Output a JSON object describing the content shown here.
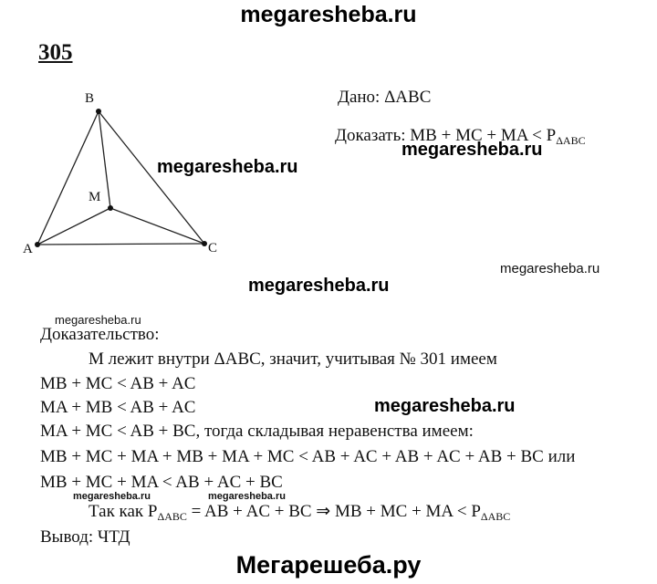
{
  "watermarks": {
    "top": "megaresheba.ru",
    "w1": "megaresheba.ru",
    "w2": "megaresheba.ru",
    "w3": "megaresheba.ru",
    "w4": "megaresheba.ru",
    "w5": "megaresheba.ru",
    "w6": "megaresheba.ru",
    "w7": "megaresheba.ru",
    "w8": "megaresheba.ru",
    "bottom": "Мегарешеба.ру"
  },
  "problem_number": "305",
  "figure": {
    "labels": {
      "A": "A",
      "B": "B",
      "C": "C",
      "M": "M"
    }
  },
  "given": "Дано: ΔABC",
  "prove": {
    "text": "Доказать: MB + MC + MA < P",
    "sub": "ΔABC"
  },
  "proof": {
    "heading": "Доказательство:",
    "lines": [
      "M лежит внутри ΔABC, значит, учитывая № 301 имеем",
      "MB + MC < AB + AC",
      "MA + MB < AB + AC",
      "MA + MC < AB + BC, тогда складывая неравенства имеем:",
      "MB + MC + MA + MB + MA + MC < AB + AC + AB + AC + AB + BC или",
      "MB + MC + MA < AB + AC + BC"
    ],
    "since": {
      "a": "Так как P",
      "sub1": "ΔABC",
      "b": " = AB + AC + BC ⇒ MB + MC + MA < P",
      "sub2": "ΔABC"
    },
    "conclusion": "Вывод: ЧТД"
  }
}
